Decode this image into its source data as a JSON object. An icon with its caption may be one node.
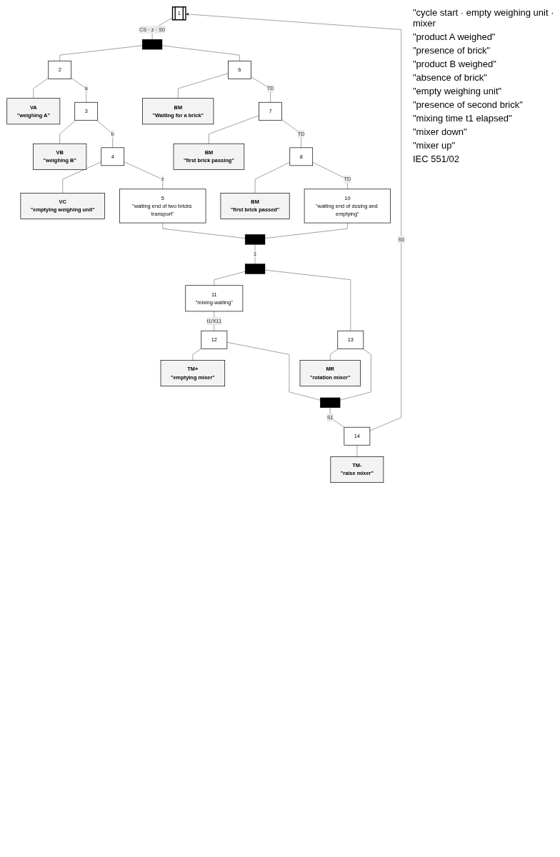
{
  "diagram": {
    "caption": "IEC 551/02",
    "nodes": [
      {
        "text": [
          "1"
        ]
      },
      {
        "text": [],
        "shape": "bar"
      },
      {
        "text": [
          "2"
        ]
      },
      {
        "text": [
          "VA",
          "\"weighing A\""
        ]
      },
      {
        "text": [
          "6"
        ]
      },
      {
        "text": [
          "BM",
          "\"Waiting for a brick\""
        ]
      },
      {
        "text": [
          "3"
        ]
      },
      {
        "text": [
          "VB",
          "\"weighing B\""
        ]
      },
      {
        "text": [
          "7"
        ]
      },
      {
        "text": [
          "BM",
          "\"first brick passing\""
        ]
      },
      {
        "text": [
          "4"
        ]
      },
      {
        "text": [
          "VC",
          "\"emptying weighing unit\""
        ]
      },
      {
        "text": [
          "8"
        ]
      },
      {
        "text": [
          "BM",
          "\"first brick passed\""
        ]
      },
      {
        "text": [
          "5",
          "\"waiting end of two bricks transport\""
        ]
      },
      {
        "text": [
          "10",
          "\"waiting end of dosing and emptying\""
        ]
      },
      {
        "text": [],
        "shape": "bar"
      },
      {
        "text": [],
        "shape": "bar"
      },
      {
        "text": [
          "11",
          "\"mixing-waiting\""
        ]
      },
      {
        "text": [
          "13"
        ]
      },
      {
        "text": [
          "MR",
          "\"rotation mixer\""
        ]
      },
      {
        "text": [
          "12"
        ]
      },
      {
        "text": [
          "TM+",
          "\"emptying mixer\""
        ]
      },
      {
        "text": [],
        "shape": "bar"
      },
      {
        "text": [
          "14"
        ]
      },
      {
        "text": [
          "TM-",
          "\"raise mixer\""
        ]
      }
    ],
    "edges": [
      {
        "from": 0,
        "to": 1,
        "arrow": "none",
        "label": "CS · z · S0"
      },
      {
        "from": 1,
        "to": 2,
        "arrow": "none"
      },
      {
        "from": 1,
        "to": 4,
        "arrow": "none"
      },
      {
        "from": 2,
        "to": 3,
        "arrow": "none"
      },
      {
        "from": 4,
        "to": 5,
        "arrow": "none"
      },
      {
        "from": 2,
        "to": 6,
        "arrow": "none",
        "label": "a"
      },
      {
        "from": 4,
        "to": 8,
        "arrow": "none",
        "label": "TD"
      },
      {
        "from": 6,
        "to": 7,
        "arrow": "none"
      },
      {
        "from": 8,
        "to": 9,
        "arrow": "none"
      },
      {
        "from": 6,
        "to": 10,
        "arrow": "none",
        "label": "b"
      },
      {
        "from": 8,
        "to": 12,
        "arrow": "none",
        "label": "TD"
      },
      {
        "from": 10,
        "to": 11,
        "arrow": "none"
      },
      {
        "from": 12,
        "to": 13,
        "arrow": "none"
      },
      {
        "from": 10,
        "to": 14,
        "arrow": "none",
        "label": "z"
      },
      {
        "from": 12,
        "to": 15,
        "arrow": "none",
        "label": "TD"
      },
      {
        "from": 14,
        "to": 16,
        "arrow": "none"
      },
      {
        "from": 15,
        "to": 16,
        "arrow": "none"
      },
      {
        "from": 16,
        "to": 17,
        "arrow": "none",
        "label": "1"
      },
      {
        "from": 17,
        "to": 18,
        "arrow": "none"
      },
      {
        "from": 17,
        "to": 19,
        "arrow": "none"
      },
      {
        "from": 19,
        "to": 20,
        "arrow": "none"
      },
      {
        "from": 18,
        "to": 21,
        "arrow": "none",
        "label": "t1/X11"
      },
      {
        "from": 21,
        "to": 22,
        "arrow": "none"
      },
      {
        "from": 21,
        "to": 23,
        "arrow": "none"
      },
      {
        "from": 19,
        "to": 23,
        "arrow": "none"
      },
      {
        "from": 23,
        "to": 24,
        "arrow": "none",
        "label": "S1"
      },
      {
        "from": 24,
        "to": 25,
        "arrow": "none"
      },
      {
        "from": 24,
        "to": 0,
        "arrow": "to",
        "label": "S0"
      }
    ],
    "labels": [
      "\"cycle start · empty weighing unit · mixer",
      "\"product A weighed\"",
      "\"presence of brick\"",
      "\"product B weighed\"",
      "\"absence of brick\"",
      "\"empty weighing unit\"",
      "\"presence of second brick\"",
      "\"mixing time t1 elapsed\"",
      "\"mixer down\"",
      "\"mixer up\""
    ]
  }
}
